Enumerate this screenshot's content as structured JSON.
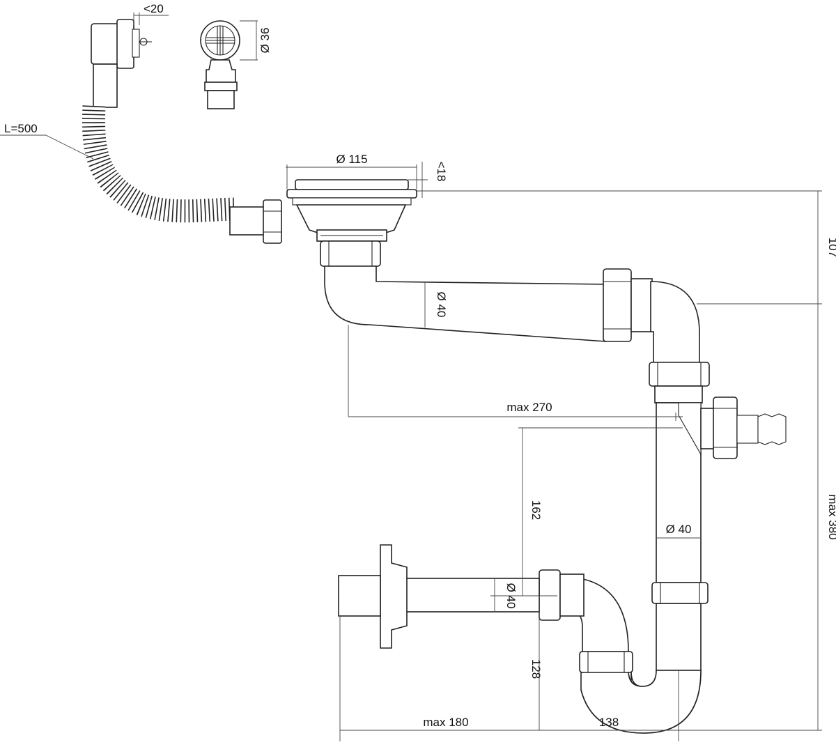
{
  "dimensions": {
    "overflow_length": "L=500",
    "plug_clearance": "<20",
    "outlet_diameter_small": "Ø 36",
    "strainer_diameter": "Ø 115",
    "flange_thickness": "<18",
    "height_top": "107",
    "pipe_diameter_horizontal": "Ø 40",
    "max_width_270": "max 270",
    "height_max_380": "max 380",
    "pipe_diameter_vertical": "Ø 40",
    "height_162": "162",
    "wall_pipe_diameter": "Ø 40",
    "height_128": "128",
    "max_width_180": "max 180",
    "width_138": "138"
  }
}
